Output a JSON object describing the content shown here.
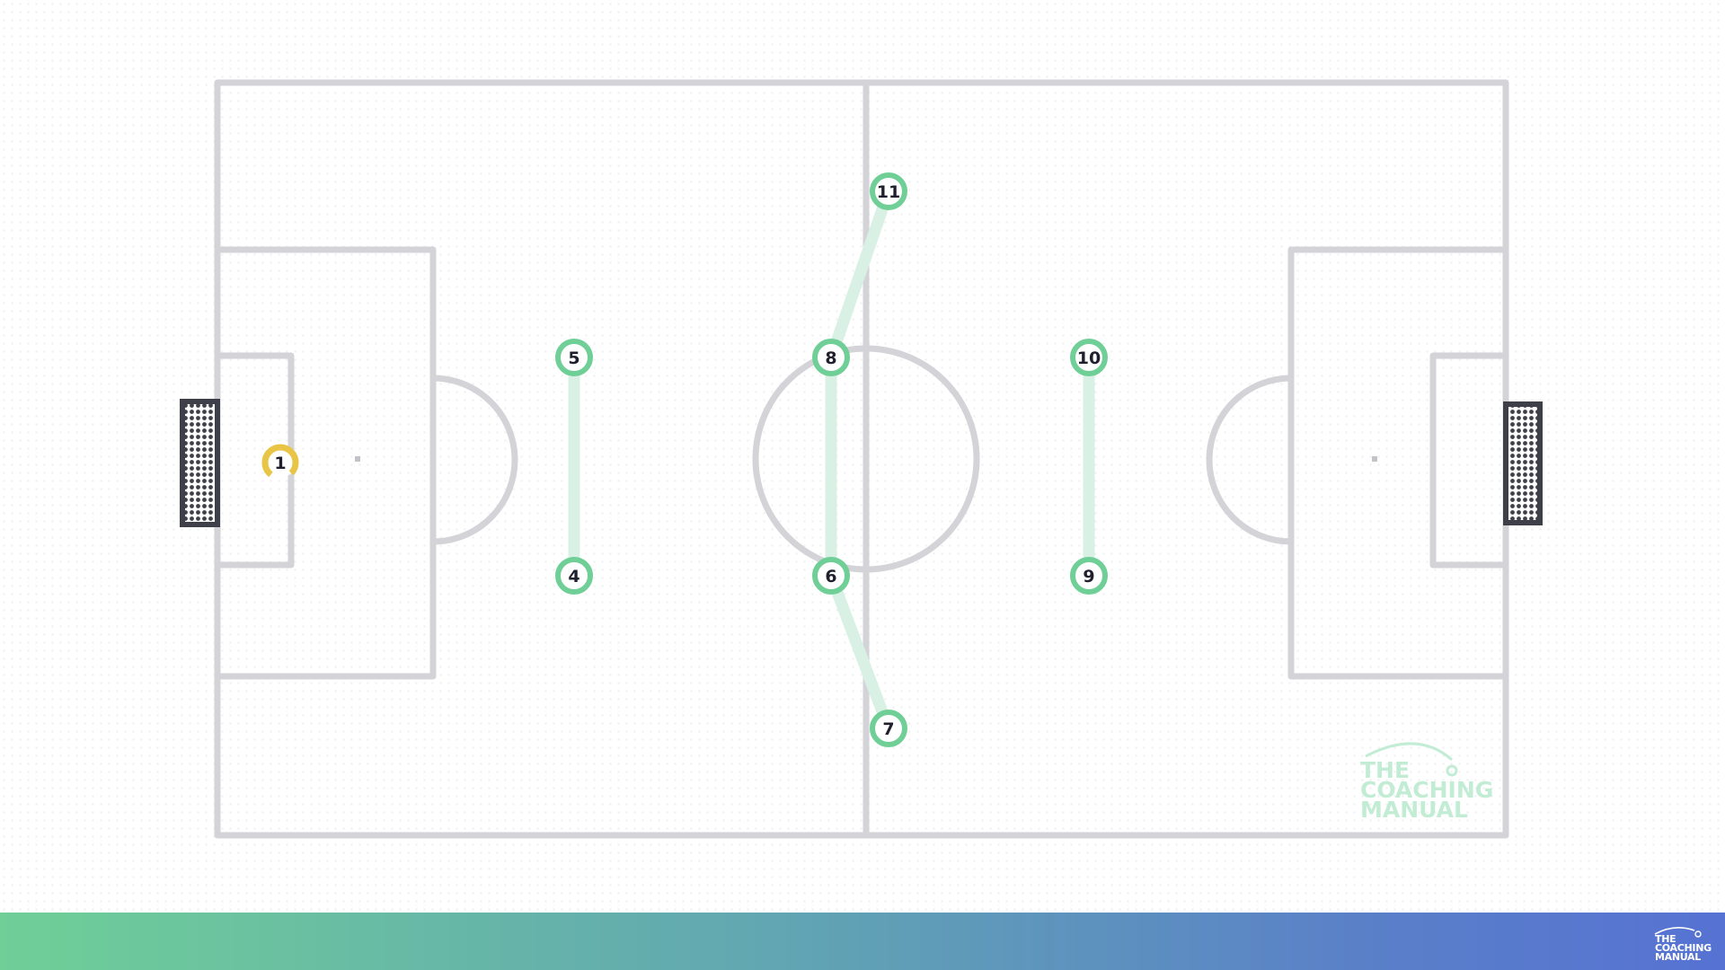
{
  "diagram": {
    "type": "football-formation",
    "colors": {
      "line": "#d3d3d8",
      "goal_frame": "#3f3f4a",
      "player_ring": "#6fcf97",
      "player_fill": "#ffffff",
      "player_number": "#1f1f2e",
      "goalkeeper_ring": "#e8c547",
      "link": "#d9f1e4",
      "watermark": "#c3ecd5",
      "footer_start": "#6fcf97",
      "footer_end": "#5672d3"
    },
    "goalkeeper": {
      "number": "1"
    },
    "players": [
      {
        "number": "5"
      },
      {
        "number": "4"
      },
      {
        "number": "8"
      },
      {
        "number": "6"
      },
      {
        "number": "11"
      },
      {
        "number": "7"
      },
      {
        "number": "10"
      },
      {
        "number": "9"
      }
    ],
    "links": [
      {
        "from": "5",
        "to": "4"
      },
      {
        "from": "8",
        "to": "6"
      },
      {
        "from": "8",
        "to": "11"
      },
      {
        "from": "6",
        "to": "7"
      },
      {
        "from": "10",
        "to": "9"
      }
    ]
  },
  "watermark": {
    "lines": [
      "THE",
      "COACHING",
      "MANUAL"
    ]
  },
  "footer": {
    "logo_text": "THE\nCOACHING\nMANUAL"
  }
}
